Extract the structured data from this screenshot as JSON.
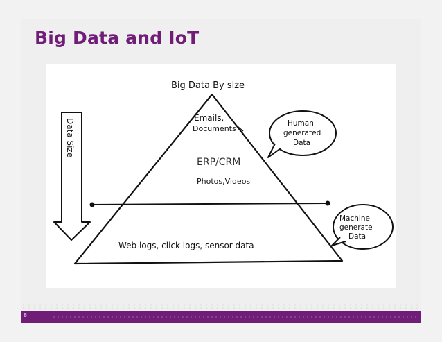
{
  "slide": {
    "title": "Big Data and IoT",
    "page_number": "8"
  },
  "diagram": {
    "heading": "Big Data By size",
    "arrow_label": "Data Size",
    "top_layer": [
      "Emails,",
      "Documents"
    ],
    "middle_label": "ERP/CRM",
    "middle_layer": "Photos,Videos",
    "bottom_layer": "Web logs, click logs, sensor data",
    "bubble_human": [
      "Human",
      "generated",
      "Data"
    ],
    "bubble_machine": [
      "Machine",
      "generate",
      "Data"
    ]
  },
  "colors": {
    "accent": "#6f1d77",
    "ink": "#111111"
  }
}
